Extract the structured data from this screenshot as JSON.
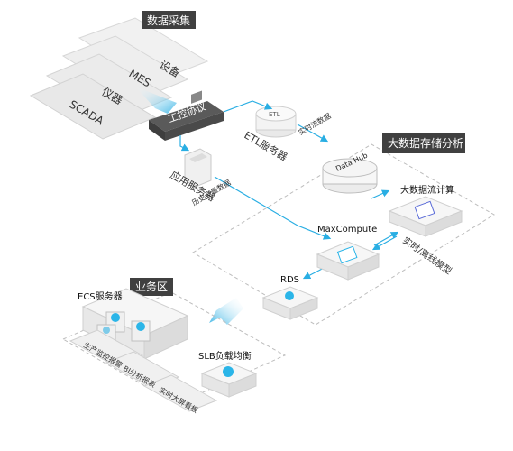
{
  "title_sources": "数据采集",
  "title_bigdata": "大数据存储分析",
  "title_business": "业务区",
  "sources": [
    "设备",
    "MES",
    "仪器",
    "SCADA"
  ],
  "gateway_label": "工控协议",
  "app_server_label": "应用服务器",
  "etl_server_label": "ETL服务器",
  "etl_icon_text": "ETL",
  "edge_realtime": "实时流数据",
  "edge_history": "历史全量数据",
  "datahub_label": "Data Hub",
  "stream_calc_label": "大数据流计算",
  "maxcompute_label": "MaxCompute",
  "rds_label": "RDS",
  "model_label": "实时/离线模型",
  "ecs_label": "ECS服务器",
  "slb_label": "SLB负载均衡",
  "reports": [
    "生产监控报警",
    "BI分析报表",
    "实时大屏看板"
  ],
  "colors": {
    "accent": "#2bb5e8",
    "dark": "#444444",
    "line": "#29aee3"
  }
}
